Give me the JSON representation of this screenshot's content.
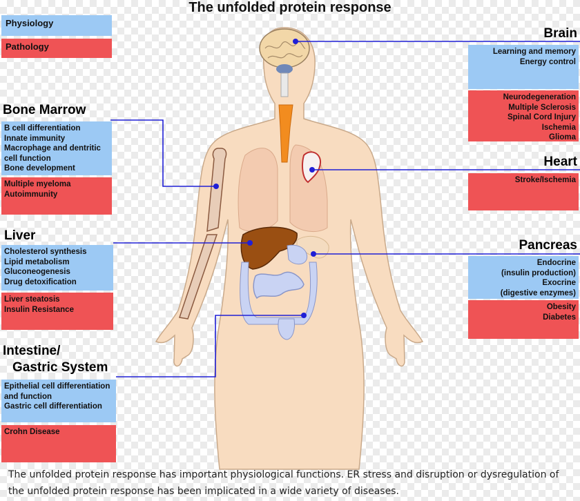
{
  "title": "The unfolded protein response",
  "legend": {
    "physiology": "Physiology",
    "pathology": "Pathology"
  },
  "colors": {
    "physiology": "#9cc9f4",
    "pathology": "#ef5355",
    "connector": "#1f1fd6"
  },
  "organs": {
    "bone_marrow": {
      "heading": "Bone Marrow",
      "physiology": [
        "B cell differentiation",
        "Innate immunity",
        "Macrophage and dentritic",
        "cell function",
        "Bone development"
      ],
      "pathology": [
        "Multiple myeloma",
        "Autoimmunity"
      ]
    },
    "liver": {
      "heading": "Liver",
      "physiology": [
        "Cholesterol synthesis",
        "Lipid metabolism",
        "Gluconeogenesis",
        "Drug detoxification"
      ],
      "pathology": [
        "Liver steatosis",
        "Insulin Resistance"
      ]
    },
    "intestine": {
      "heading_lines": [
        "Intestine/",
        "Gastric System"
      ],
      "physiology": [
        "Epithelial cell differentiation",
        "and function",
        "Gastric cell differentiation"
      ],
      "pathology": [
        "Crohn Disease"
      ]
    },
    "brain": {
      "heading": "Brain",
      "physiology": [
        "Learning and memory",
        "Energy control"
      ],
      "pathology": [
        "Neurodegeneration",
        "Multiple Sclerosis",
        "Spinal Cord Injury",
        "Ischemia",
        "Glioma"
      ]
    },
    "heart": {
      "heading": "Heart",
      "pathology": [
        "Stroke/Ischemia"
      ]
    },
    "pancreas": {
      "heading": "Pancreas",
      "physiology": [
        "Endocrine",
        "(insulin production)",
        "Exocrine",
        "(digestive enzymes)"
      ],
      "pathology": [
        "Obesity",
        "Diabetes"
      ]
    }
  },
  "caption": "The unfolded protein response has important physiological functions. ER stress and disruption or dysregulation of the unfolded protein response has been implicated in a wide variety of diseases."
}
